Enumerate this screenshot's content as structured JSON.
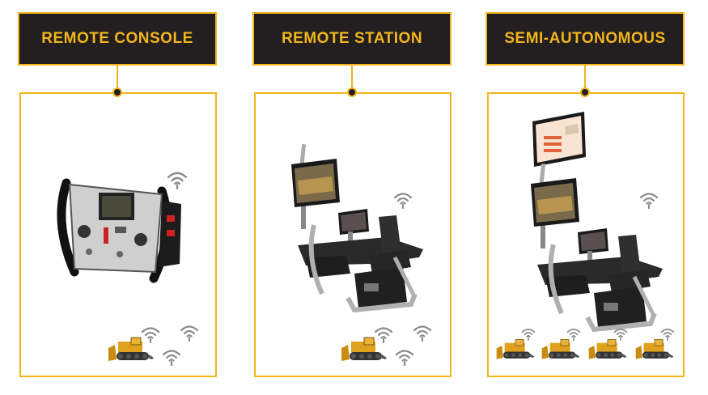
{
  "panels": [
    {
      "title": "REMOTE CONSOLE"
    },
    {
      "title": "REMOTE STATION"
    },
    {
      "title": "SEMI-AUTONOMOUS"
    }
  ],
  "colors": {
    "accent": "#f2b51a",
    "header_bg": "#231f20",
    "machine": "#e0a21c"
  },
  "icons": [
    "wifi-icon",
    "dozer-icon",
    "remote-console-icon",
    "operator-station-icon",
    "monitor-icon"
  ]
}
